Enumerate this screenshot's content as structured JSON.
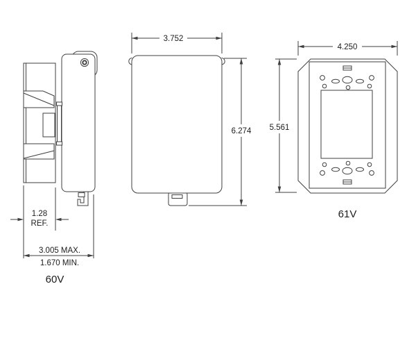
{
  "page": {
    "background": "#ffffff",
    "line_color": "#3f3f3f",
    "text_color": "#1c1c1c"
  },
  "drawing": {
    "type": "technical-dimension-drawing",
    "views": {
      "side_view": {
        "label": "60V",
        "dim_depth_ref_value": "1.28",
        "dim_depth_ref_suffix": "REF.",
        "dim_depth_max": "3.005 MAX.",
        "dim_depth_min": "1.670 MIN."
      },
      "front_view": {
        "dim_width": "3.752",
        "dim_height": "6.274"
      },
      "faceplate_view": {
        "label": "61V",
        "dim_width": "4.250",
        "dim_height": "5.561"
      }
    }
  }
}
